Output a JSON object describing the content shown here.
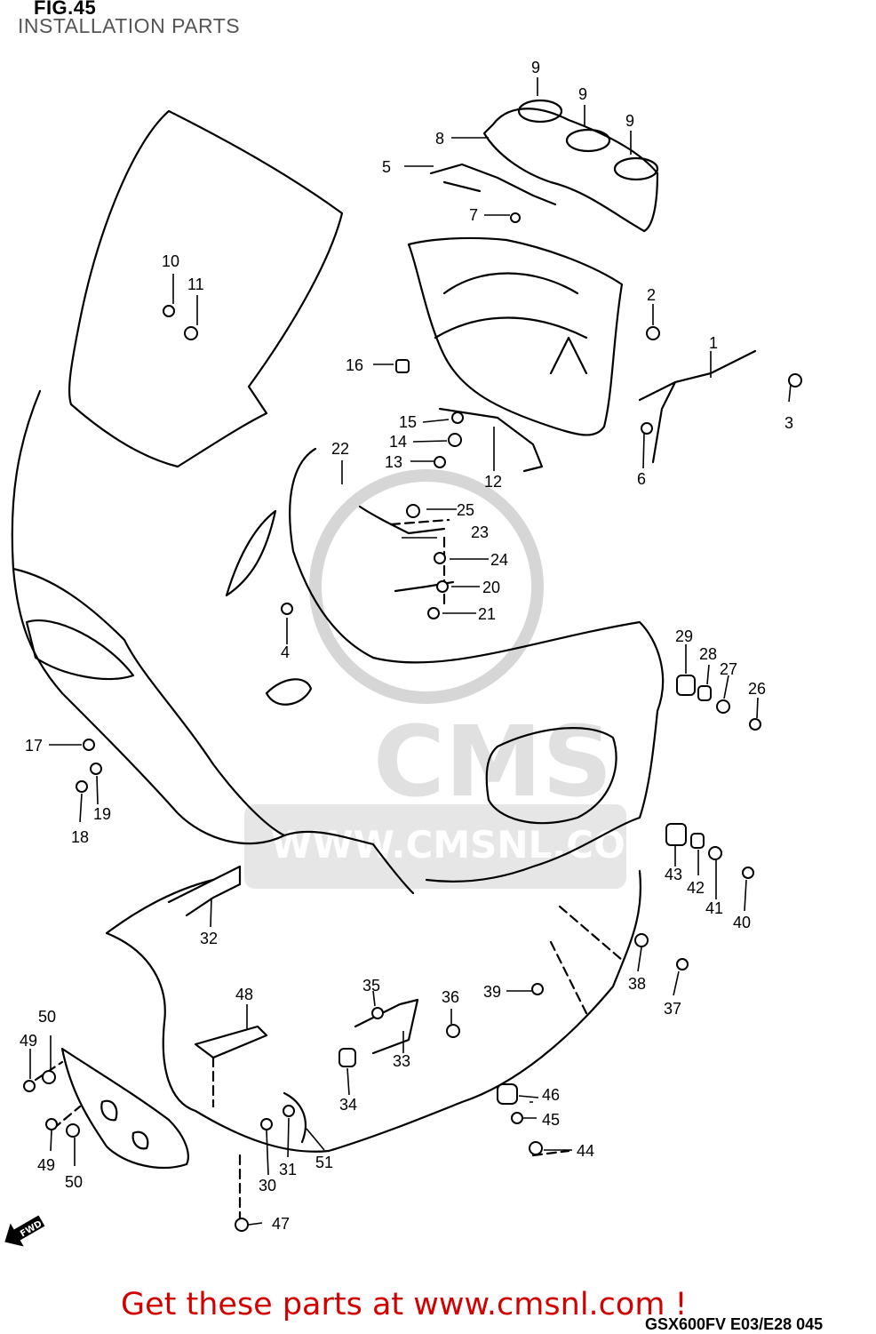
{
  "figure": {
    "label": "FIG.45",
    "title": "INSTALLATION PARTS",
    "diagram_code": "GSX600FV E03/E28 045"
  },
  "watermark": {
    "brand": "CMS",
    "url": "WWW.CMSNL.COM"
  },
  "direction_marker": {
    "label": "FWD",
    "icon": "fwd-arrow-icon"
  },
  "footer": {
    "cta": "Get these parts at www.cmsnl.com !"
  },
  "colors": {
    "cta": "#d40000",
    "line": "#000000",
    "watermark": "#d9d9d9"
  },
  "part_numbers": [
    "1",
    "2",
    "3",
    "4",
    "5",
    "6",
    "7",
    "8",
    "9",
    "9",
    "9",
    "10",
    "11",
    "12",
    "13",
    "14",
    "15",
    "16",
    "17",
    "18",
    "19",
    "20",
    "21",
    "22",
    "23",
    "24",
    "25",
    "26",
    "27",
    "28",
    "29",
    "30",
    "31",
    "32",
    "33",
    "34",
    "35",
    "36",
    "37",
    "38",
    "39",
    "40",
    "41",
    "42",
    "43",
    "44",
    "45",
    "46",
    "47",
    "48",
    "49",
    "49",
    "50",
    "50",
    "51"
  ]
}
